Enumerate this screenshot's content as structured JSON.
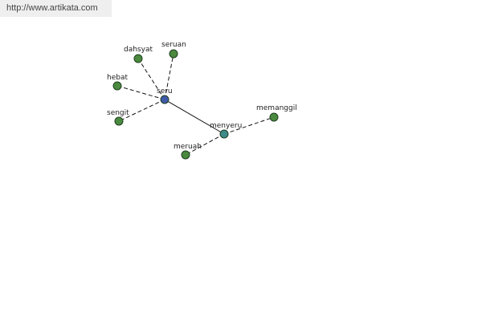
{
  "banner": {
    "url": "http://www.artikata.com"
  },
  "graph": {
    "colors": {
      "root_fill": "#3f5aa8",
      "word_fill": "#3f8a8a",
      "leaf_fill": "#4a8a3f",
      "node_stroke": "#1f3f1f",
      "edge": "#111111"
    },
    "nodes": [
      {
        "id": "seru",
        "label": "seru",
        "kind": "root"
      },
      {
        "id": "dahsyat",
        "label": "dahsyat",
        "kind": "leaf"
      },
      {
        "id": "seruan",
        "label": "seruan",
        "kind": "leaf"
      },
      {
        "id": "hebat",
        "label": "hebat",
        "kind": "leaf"
      },
      {
        "id": "sengit",
        "label": "sengit",
        "kind": "leaf"
      },
      {
        "id": "menyeru",
        "label": "menyeru",
        "kind": "word"
      },
      {
        "id": "memanggil",
        "label": "memanggil",
        "kind": "leaf"
      },
      {
        "id": "meruah",
        "label": "meruah",
        "kind": "leaf"
      }
    ],
    "edges": [
      {
        "from": "seru",
        "to": "dahsyat",
        "style": "dashed"
      },
      {
        "from": "seru",
        "to": "seruan",
        "style": "dashed"
      },
      {
        "from": "seru",
        "to": "hebat",
        "style": "dashed"
      },
      {
        "from": "seru",
        "to": "sengit",
        "style": "dashed"
      },
      {
        "from": "seru",
        "to": "menyeru",
        "style": "solid"
      },
      {
        "from": "menyeru",
        "to": "memanggil",
        "style": "dashed"
      },
      {
        "from": "menyeru",
        "to": "meruah",
        "style": "dashed"
      }
    ]
  }
}
